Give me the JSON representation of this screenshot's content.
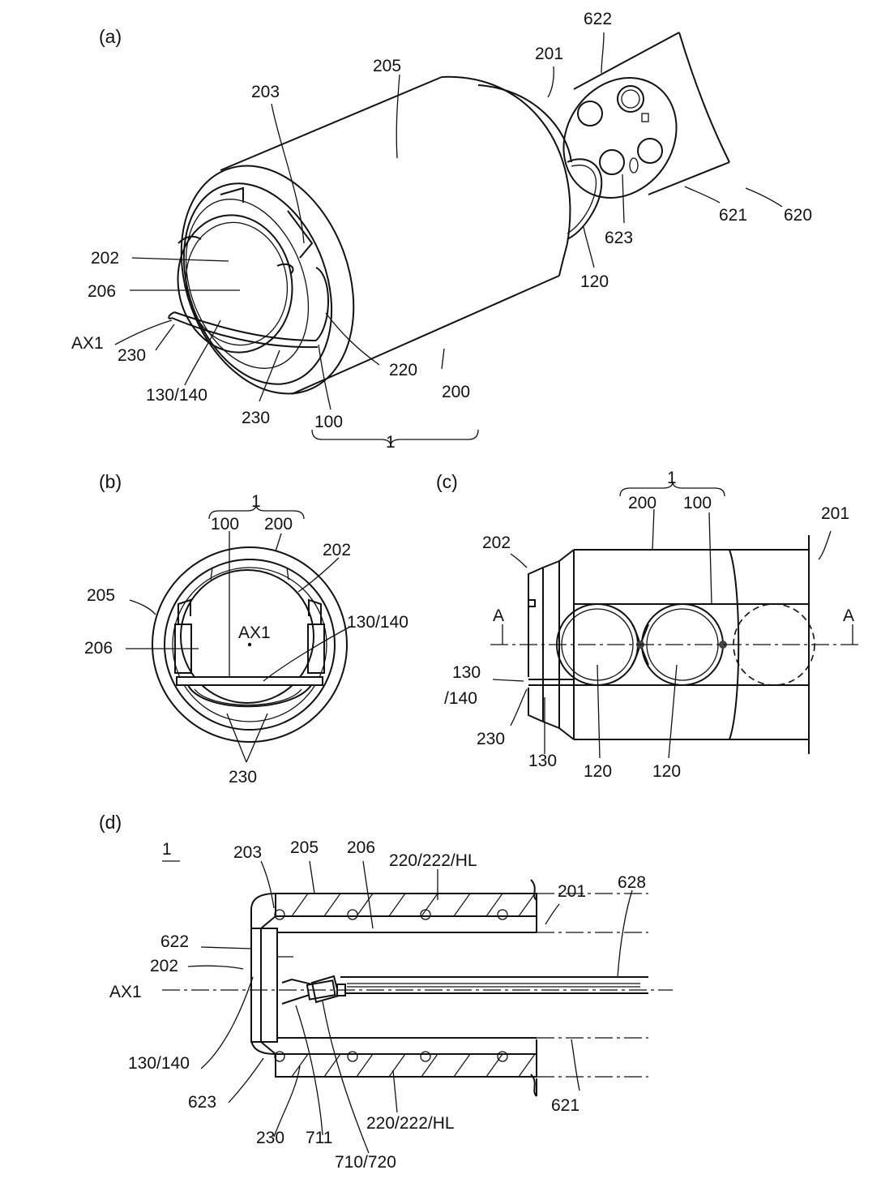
{
  "panels": {
    "a": "(a)",
    "b": "(b)",
    "c": "(c)",
    "d": "(d)"
  },
  "labels_a": {
    "l622": "622",
    "l201": "201",
    "l205": "205",
    "l203": "203",
    "l202": "202",
    "l206": "206",
    "lAX1": "AX1",
    "l230a": "230",
    "l130_140": "130/140",
    "l230b": "230",
    "l100": "100",
    "l220": "220",
    "l200": "200",
    "l1": "1",
    "l120": "120",
    "l623": "623",
    "l621": "621",
    "l620": "620"
  },
  "labels_b": {
    "l1": "1",
    "l100": "100",
    "l200": "200",
    "l202": "202",
    "l205": "205",
    "lAX1": "AX1",
    "l130_140": "130/140",
    "l206": "206",
    "l230": "230"
  },
  "labels_c": {
    "l1": "1",
    "l200": "200",
    "l100": "100",
    "l201": "201",
    "l202": "202",
    "lA_left": "A",
    "lA_right": "A",
    "l130": "130",
    "l140": "/140",
    "l230": "230",
    "l130b": "130",
    "l120a": "120",
    "l120b": "120"
  },
  "labels_d": {
    "l1": "1",
    "l203": "203",
    "l205": "205",
    "l206": "206",
    "l220_top": "220/222/HL",
    "l201": "201",
    "l628": "628",
    "l622": "622",
    "l202": "202",
    "lAX1": "AX1",
    "l130_140": "130/140",
    "l623": "623",
    "l230": "230",
    "l711": "711",
    "l710_720": "710/720",
    "l220_bottom": "220/222/HL",
    "l621": "621"
  }
}
